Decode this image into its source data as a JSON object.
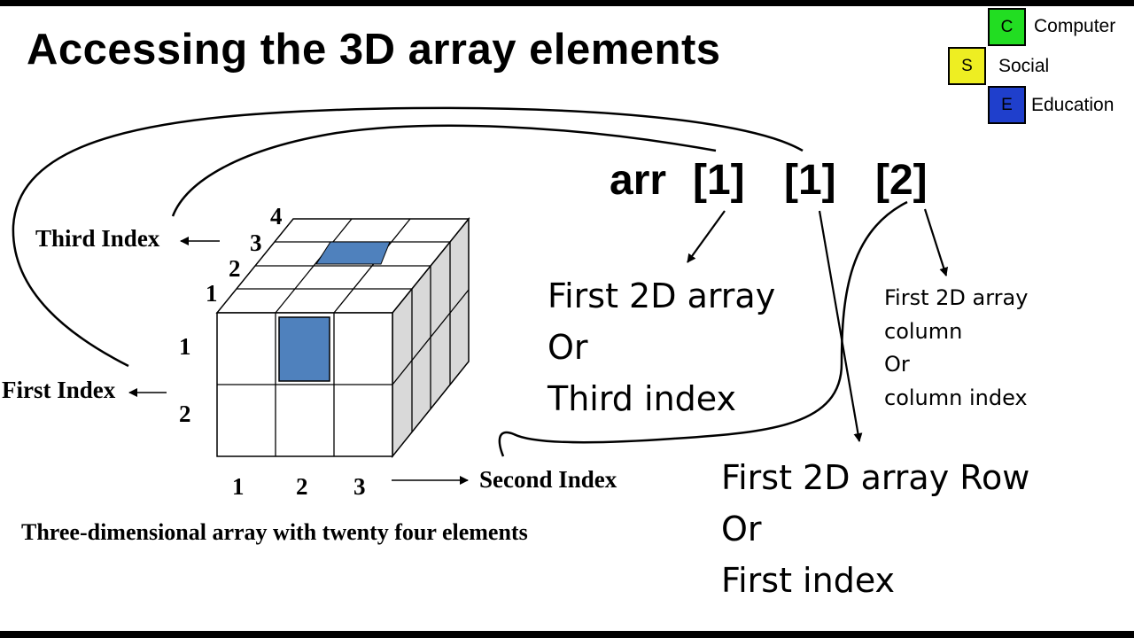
{
  "title": "Accessing the 3D array elements",
  "logo": {
    "letters": [
      "C",
      "S",
      "E"
    ],
    "words": [
      "Computer",
      "Social",
      "Education"
    ],
    "colors": [
      "#22dd22",
      "#eeee22",
      "#1f3fcc"
    ]
  },
  "expression": {
    "name": "arr",
    "indices": [
      "[1]",
      "[1]",
      "[2]"
    ]
  },
  "index_labels": {
    "third": "Third Index",
    "first": "First Index",
    "second": "Second Index"
  },
  "cube_numbers": {
    "depth": [
      "1",
      "2",
      "3",
      "4"
    ],
    "rows": [
      "1",
      "2"
    ],
    "columns": [
      "1",
      "2",
      "3"
    ]
  },
  "caption": "Three-dimensional array with twenty four elements",
  "explanations": {
    "first_index": {
      "line1": "First 2D array",
      "line2": "Or",
      "line3": "Third index"
    },
    "second_index": {
      "line1": "First 2D array  Row",
      "line2": "Or",
      "line3": "First index"
    },
    "third_index": {
      "line1": "First 2D array",
      "line2": "column",
      "line3": "Or",
      "line4": "column index"
    }
  },
  "colors": {
    "highlight": "#4f81bd",
    "side_face": "#d9d9d9"
  }
}
